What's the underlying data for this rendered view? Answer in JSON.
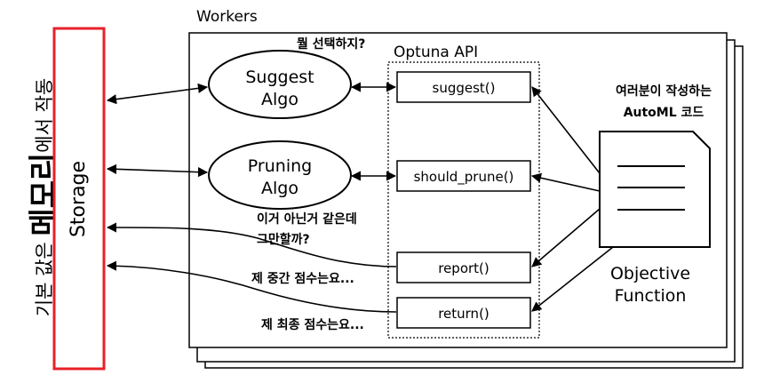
{
  "side_caption": {
    "prefix": "기본 값은 ",
    "emphasis": "메모리",
    "suffix": "에서 작동"
  },
  "storage_label": "Storage",
  "workers_label": "Workers",
  "optuna_api_label": "Optuna API",
  "what_to_choose_note": "뭘 선택하지?",
  "algorithms": {
    "suggest": [
      "Suggest",
      "Algo"
    ],
    "pruning": [
      "Pruning",
      "Algo"
    ]
  },
  "api_methods": {
    "suggest": "suggest()",
    "should_prune": "should_prune()",
    "report": "report()",
    "return": "return()"
  },
  "notes": {
    "prune_doubt": [
      "이거 아닌거 같은데",
      "그만할까?"
    ],
    "intermediate_score": "제 중간 점수는요...",
    "final_score": "제 최종 점수는요..."
  },
  "user_code_caption": [
    "여러분이 작성하는",
    "AutoML 코드"
  ],
  "objective_function": [
    "Objective",
    "Function"
  ],
  "colors": {
    "storage_border": "#e8202a",
    "line": "#000000",
    "background": "#ffffff"
  }
}
